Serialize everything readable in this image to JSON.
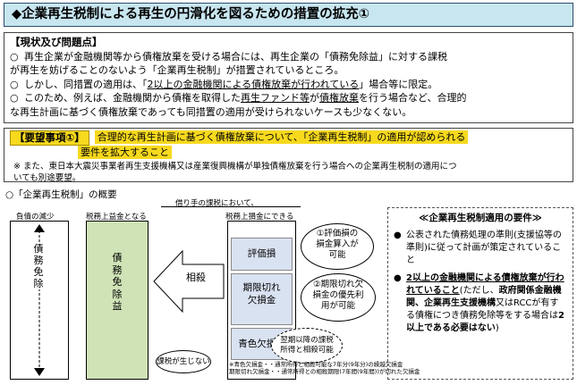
{
  "title": "◆企業再生税制による再生の円滑化を図るための措置の拡充①",
  "status": {
    "heading": "【現状及び問題点】",
    "p1a": "再生企業が金融機関等から債権放棄を受ける場合には、再生企業の「債務免除益」に対する課税",
    "p1b": "が再生を妨げることのないよう「企業再生税制」が措置されているところ。",
    "p2a": "しかし、同措置の適用は、「",
    "p2u": "2以上の金融機関による債権放棄が行われている",
    "p2b": "」場合等に限定。",
    "p3a": "このため、例えば、金融機関から債権を取得した",
    "p3u1": "再生ファンド等",
    "p3m": "が",
    "p3u2": "債権放棄",
    "p3b": "を行う場合など、合理的",
    "p3c": "な再生計画に基づく債権放棄であっても同措置の適用が受けられないケースも少なくない。",
    "mark": "○"
  },
  "request": {
    "label": "【要望事項①】",
    "text1": "合理的な再生計画に基づく債権放棄について、「企業再生税制」の適用が認められる",
    "text2": "要件を拡大すること",
    "note1": "※ また、東日本大震災事業者再生支援機構又は産業復興機構が単独債権放棄を行う場合への企業再生税制の適用につ",
    "note2": "いても別途要望。"
  },
  "diagram": {
    "overview_title": "○「企業再生税制」の概要",
    "borrower_tax": "借り手の課税において、",
    "label_debt_reduction": "負債の減少",
    "label_taxable_gain": "税務上益金となる",
    "label_deductible_loss": "税務上損金にできる",
    "debt_text": "債務免除",
    "gain_text": "債務免除益",
    "offset": "相殺",
    "loss_valuation": "評価損",
    "loss_expiring_1": "期限切れ",
    "loss_expiring_2": "欠損金",
    "loss_blue": "青色欠損金",
    "bubble1_1": "①評価損の",
    "bubble1_2": "損金算入が",
    "bubble1_3": "可能",
    "bubble2_1": "②期限切れ欠",
    "bubble2_2": "損金の優先利",
    "bubble2_3": "用が可能",
    "bubble3_1": "翌期以降の課税",
    "bubble3_2": "所得と相殺可能",
    "no_tax": "課税が生じない",
    "foot1": "※青色欠損金・・通常所得と相殺可能な7年分(9年分)の繰越欠損金",
    "foot2": "期限切れ欠損金・・通常所得との相殺期限(7年間(9年間))が切れた欠損金"
  },
  "requirements": {
    "heading": "≪企業再生税制適用の要件≫",
    "bullet": "●",
    "r1": "公表された債務処理の準則(支援協等の準則)に従って計画が策定されていること",
    "r2u": "2以上の金融機関による債権放棄が行われていること",
    "r2a": "(ただし、",
    "r2b": "政府関係金融機関、企業再生支援機構",
    "r2c": "又はRCCが有する債権につき債務免除等をする場合は",
    "r2d": "2以上である必要はない",
    "r2e": ")"
  }
}
